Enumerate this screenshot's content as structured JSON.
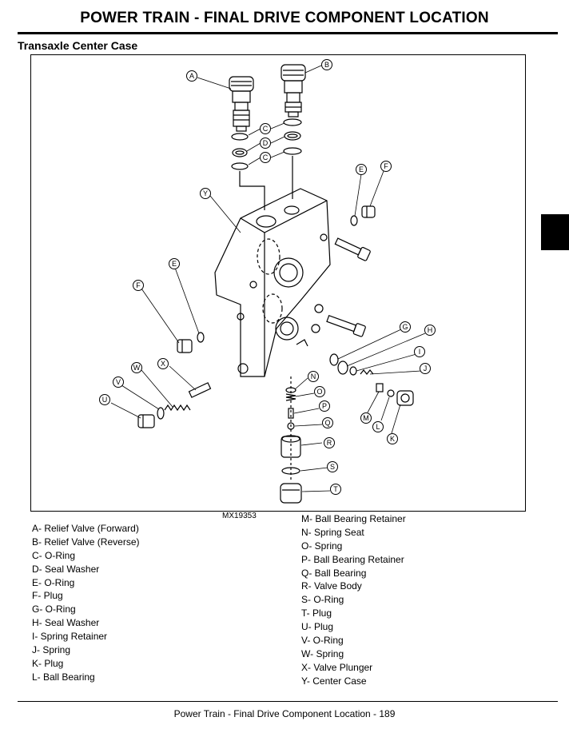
{
  "header": {
    "title": "POWER TRAIN - FINAL DRIVE   COMPONENT LOCATION"
  },
  "section": {
    "title": "Transaxle Center Case"
  },
  "figure": {
    "id": "MX19353",
    "callouts": [
      "A",
      "B",
      "C",
      "D",
      "C",
      "E",
      "F",
      "Y",
      "E",
      "F",
      "G",
      "H",
      "I",
      "J",
      "X",
      "W",
      "V",
      "U",
      "N",
      "O",
      "P",
      "Q",
      "M",
      "L",
      "K",
      "R",
      "S",
      "T"
    ]
  },
  "legend_left": [
    "A- Relief Valve (Forward)",
    "B- Relief Valve (Reverse)",
    "C- O-Ring",
    "D- Seal Washer",
    "E- O-Ring",
    "F- Plug",
    "G- O-Ring",
    "H- Seal Washer",
    "I- Spring Retainer",
    "J- Spring",
    "K- Plug",
    "L- Ball Bearing"
  ],
  "legend_right": [
    "M- Ball Bearing Retainer",
    "N- Spring Seat",
    "O- Spring",
    "P- Ball Bearing Retainer",
    "Q- Ball Bearing",
    "R- Valve Body",
    "S- O-Ring",
    "T- Plug",
    "U- Plug",
    "V- O-Ring",
    "W- Spring",
    "X- Valve Plunger",
    "Y- Center Case"
  ],
  "footer": {
    "text": "Power Train - Final Drive   Component Location  - 189"
  }
}
